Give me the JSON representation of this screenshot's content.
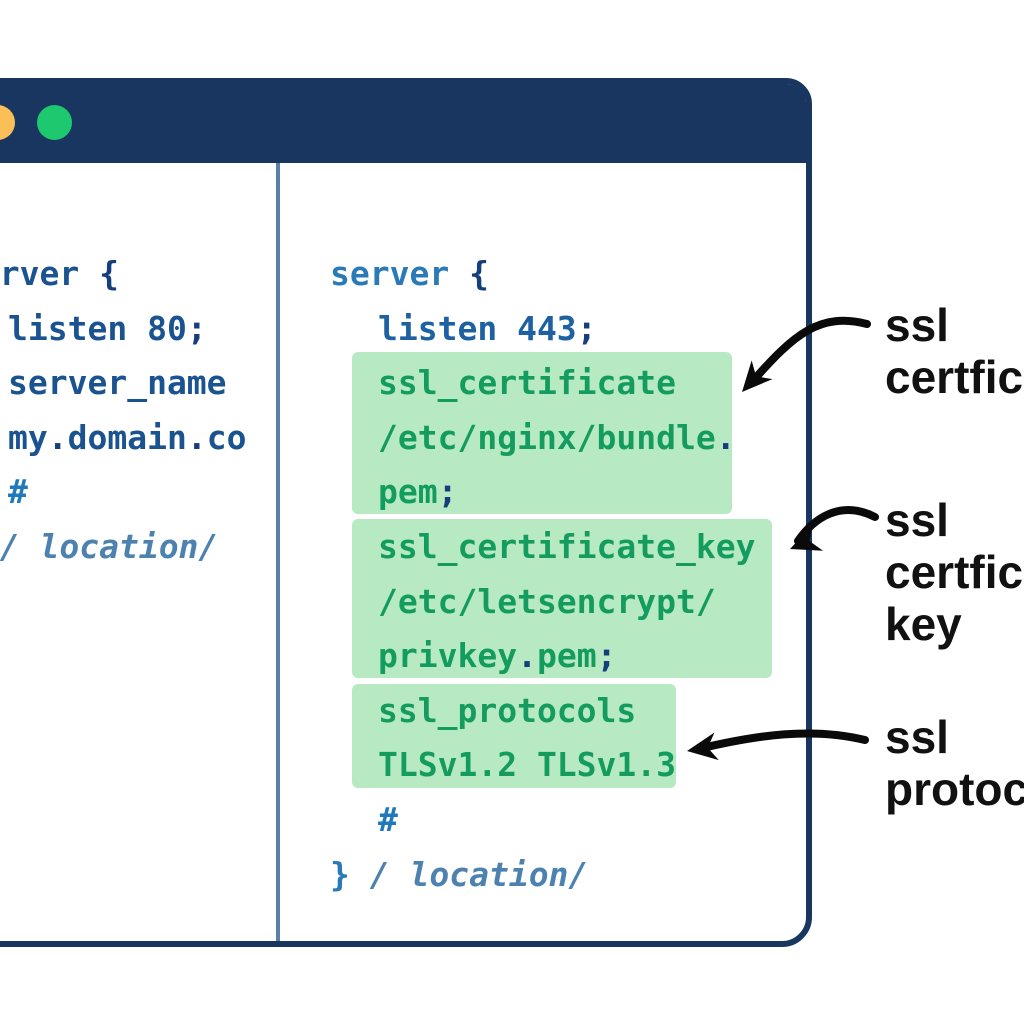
{
  "colors": {
    "frame_navy": "#18365f",
    "divider_blue": "#5b80a8",
    "dot_orange": "#fbbf58",
    "dot_green": "#1dc86e",
    "code_left_blue": "#1a5390",
    "code_right_blue": "#2b7ab8",
    "code_mid_blue": "#1d61a2",
    "code_punct_navy": "#153e7c",
    "code_hash_blue": "#1f79bb",
    "code_location_blue": "#4d82b0",
    "ssl_green": "#149c5e",
    "highlight_green_bg": "#b7eac2",
    "annotation_black": "#111111",
    "arrow_black": "#0a0a0a"
  },
  "window": {
    "titlebar_dots": [
      {
        "name": "minimize",
        "color_key": "dot_orange"
      },
      {
        "name": "zoom",
        "color_key": "dot_green"
      }
    ],
    "left_pane_lines": [
      {
        "indent": false,
        "segments": [
          {
            "t": "server ",
            "c": "kwl"
          },
          {
            "t": "{",
            "c": "punc"
          }
        ]
      },
      {
        "indent": true,
        "segments": [
          {
            "t": "listen 80",
            "c": "kwl"
          },
          {
            "t": ";",
            "c": "punc"
          }
        ]
      },
      {
        "indent": true,
        "segments": [
          {
            "t": "server_name",
            "c": "kwl"
          }
        ]
      },
      {
        "indent": true,
        "segments": [
          {
            "t": "my",
            "c": "kwl"
          },
          {
            "t": ".",
            "c": "punc"
          },
          {
            "t": "domain",
            "c": "kwl"
          },
          {
            "t": ".",
            "c": "punc"
          },
          {
            "t": "co",
            "c": "kwl"
          }
        ]
      },
      {
        "indent": true,
        "segments": [
          {
            "t": "#",
            "c": "hash"
          }
        ]
      },
      {
        "indent": false,
        "segments": [
          {
            "t": "} ",
            "c": "kwr"
          },
          {
            "t": "/ location/",
            "c": "loc"
          }
        ]
      }
    ],
    "right_pane_lines": [
      {
        "indent": false,
        "segments": [
          {
            "t": "server ",
            "c": "kwr"
          },
          {
            "t": "{",
            "c": "punc"
          }
        ]
      },
      {
        "indent": true,
        "segments": [
          {
            "t": "listen 443",
            "c": "mid"
          },
          {
            "t": ";",
            "c": "punc"
          }
        ]
      },
      {
        "indent": true,
        "segments": [
          {
            "t": "ssl_certificate",
            "c": "grn"
          }
        ]
      },
      {
        "indent": true,
        "segments": [
          {
            "t": "/etc/nginx/bundle",
            "c": "grn"
          },
          {
            "t": ".",
            "c": "punc"
          }
        ]
      },
      {
        "indent": true,
        "segments": [
          {
            "t": "pem",
            "c": "grn"
          },
          {
            "t": ";",
            "c": "punc"
          }
        ]
      },
      {
        "indent": true,
        "segments": [
          {
            "t": "ssl_certificate_key",
            "c": "grn"
          }
        ]
      },
      {
        "indent": true,
        "segments": [
          {
            "t": "/etc/letsencrypt/",
            "c": "grn"
          }
        ]
      },
      {
        "indent": true,
        "segments": [
          {
            "t": "privkey",
            "c": "grn"
          },
          {
            "t": ".",
            "c": "punc"
          },
          {
            "t": "pem",
            "c": "grn"
          },
          {
            "t": ";",
            "c": "punc"
          }
        ]
      },
      {
        "indent": true,
        "segments": [
          {
            "t": "ssl_protocols",
            "c": "grn"
          }
        ]
      },
      {
        "indent": true,
        "segments": [
          {
            "t": "TLSv1.2 TLSv1.3",
            "c": "grn"
          }
        ]
      },
      {
        "indent": true,
        "segments": [
          {
            "t": "#",
            "c": "hash"
          }
        ]
      },
      {
        "indent": false,
        "segments": [
          {
            "t": "} ",
            "c": "kwr"
          },
          {
            "t": "/ location/",
            "c": "loc"
          }
        ]
      }
    ],
    "highlights": [
      "ssl_certificate",
      "ssl_certificate_key",
      "ssl_protocols"
    ]
  },
  "annotations": [
    {
      "lines": [
        "ssl",
        "certficate"
      ]
    },
    {
      "lines": [
        "ssl",
        "certficate",
        "key"
      ]
    },
    {
      "lines": [
        "ssl",
        "protocols"
      ]
    }
  ]
}
